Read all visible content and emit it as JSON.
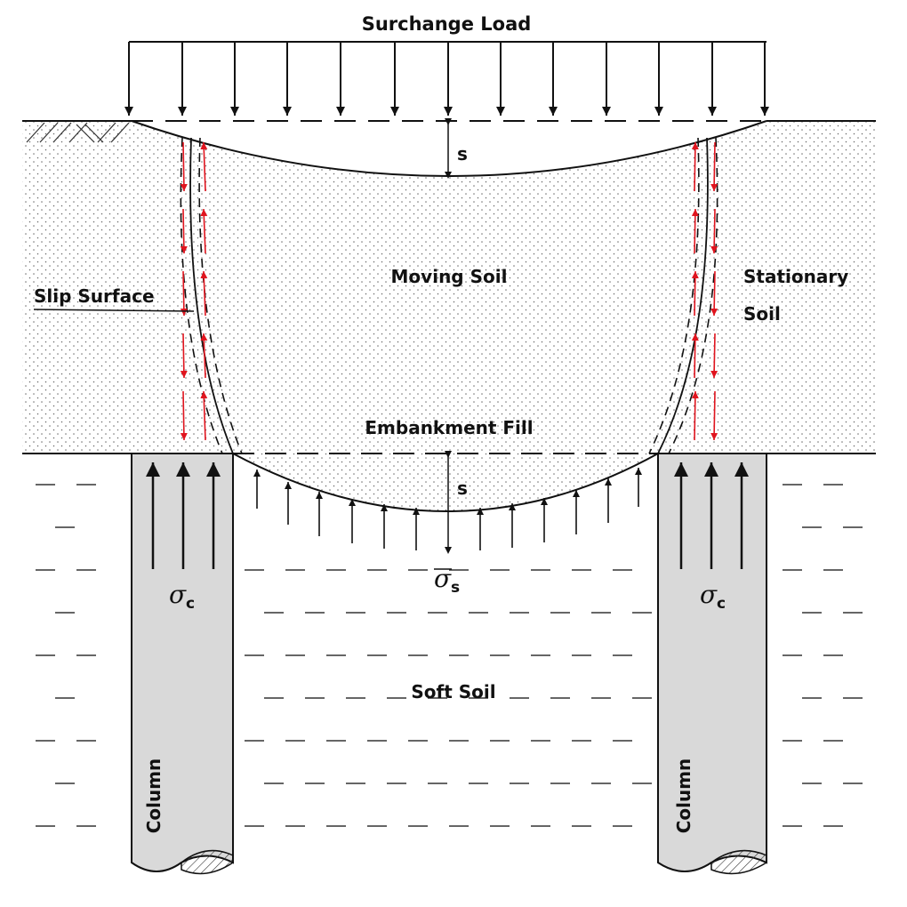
{
  "labels": {
    "surcharge_load": "Surchange Load",
    "settlement_top": "s",
    "moving_soil": "Moving Soil",
    "stationary_line1": "Stationary",
    "stationary_line2": "Soil",
    "slip_surface": "Slip Surface",
    "embankment_fill": "Embankment Fill",
    "settlement_bottom": "s",
    "sigma_symbol": "σ",
    "sigma_c_sub": "c",
    "sigma_s_sub": "s",
    "soft_soil": "Soft Soil",
    "column": "Column"
  },
  "colors": {
    "line": "#111111",
    "shear_arrow": "#e0141e",
    "column_fill": "#d9d9d9",
    "hatch": "#333333"
  }
}
